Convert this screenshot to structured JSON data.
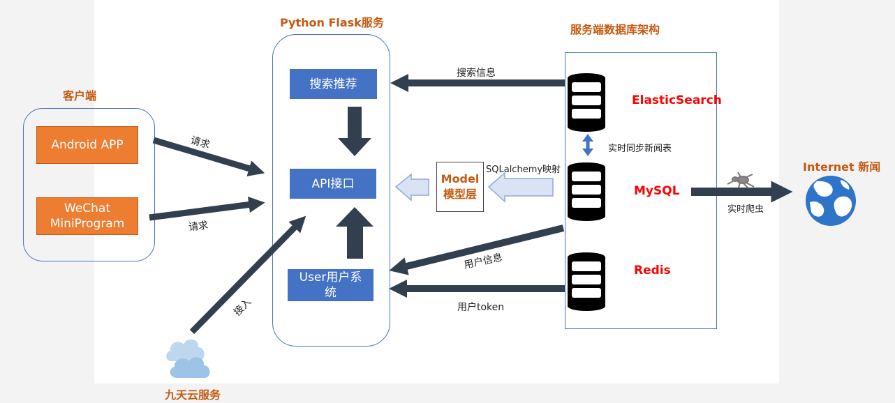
{
  "titles": {
    "flask": "Python Flask服务",
    "server_db": "服务端数据库架构",
    "client": "客户端",
    "internet": "Internet 新闻",
    "cloud": "九天云服务"
  },
  "client": {
    "android": "Android APP",
    "wechat_line1": "WeChat",
    "wechat_line2": "MiniProgram"
  },
  "flask": {
    "search": "搜索推荐",
    "api": "API接口",
    "user_line1": "User用户系",
    "user_line2": "统"
  },
  "model": {
    "line1": "Model",
    "line2": "模型层"
  },
  "databases": {
    "es": "ElasticSearch",
    "mysql": "MySQL",
    "redis": "Redis"
  },
  "edges": {
    "request1": "请求",
    "request2": "请求",
    "search_info": "搜索信息",
    "sqlalchemy": "SQLalchemy映射",
    "realtime_sync": "实时同步新闻表",
    "user_info": "用户信息",
    "user_token": "用户token",
    "crawler": "实时爬虫",
    "access": "接入"
  },
  "colors": {
    "orange": "#ed7d31",
    "blue": "#4472c4",
    "arrow": "#323f4f",
    "red": "#ff0000",
    "title": "#c55a11"
  }
}
